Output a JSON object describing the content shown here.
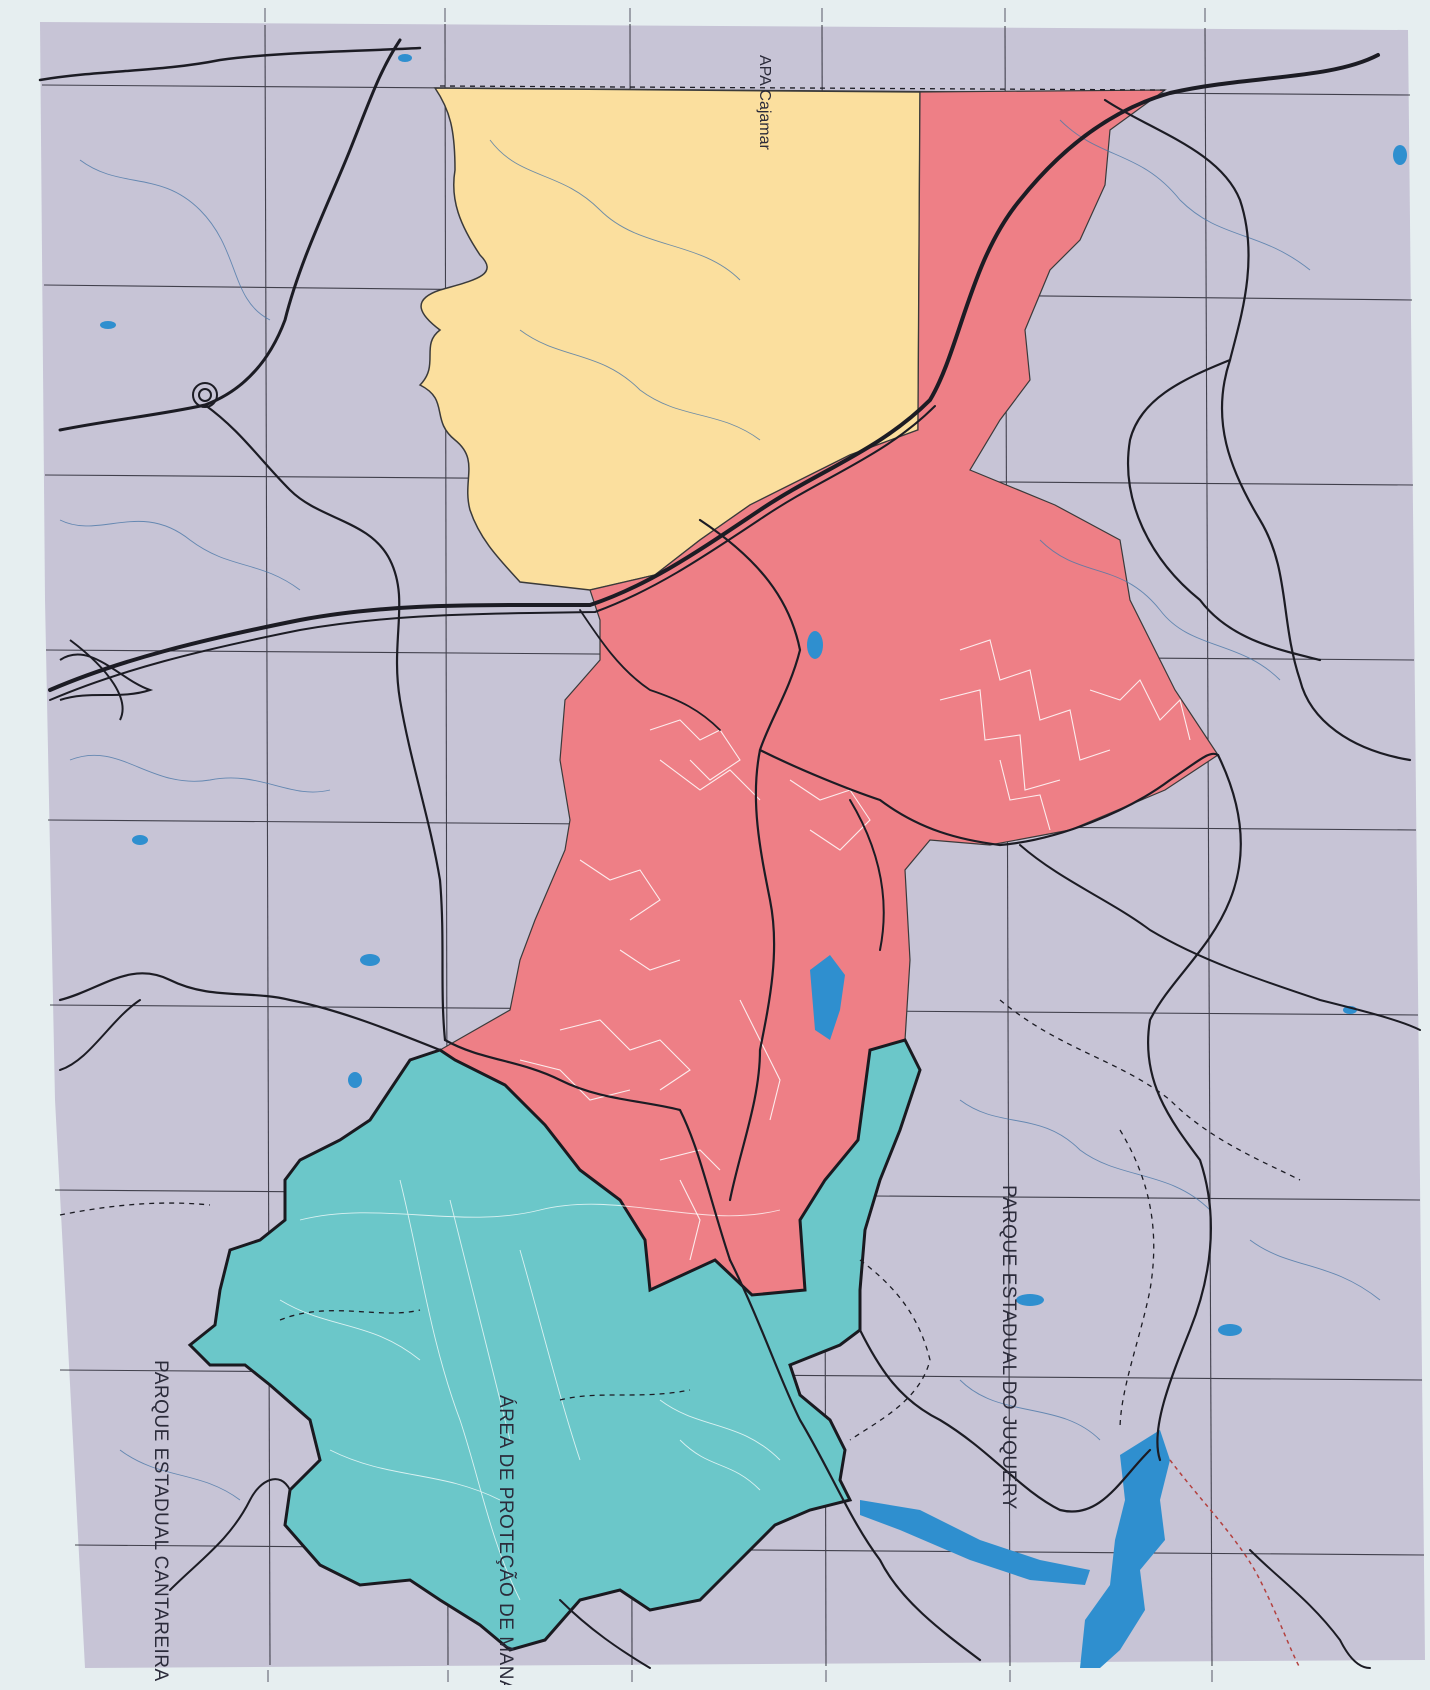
{
  "labels": {
    "apa_top": "APA Cajamar",
    "parque_juquery": "PARQUE ESTADUAL DO JUQUERY",
    "parque_cantareira": "PARQUE ESTADUAL CANTAREIRA",
    "area_protecao": "ÁREA DE PROTEÇÃO DE MANANCIAIS"
  },
  "colors": {
    "paper": "#e6eef0",
    "base_area": "#c7c4d6",
    "yellow_zone": "#fbdf9e",
    "red_zone": "#ee7f86",
    "cyan_zone": "#6bc7c9",
    "water": "#2f8fcf",
    "roads": "#1c1c24",
    "grid": "#2a2a35"
  },
  "icons": {
    "water_body": "water-body-icon",
    "highway_interchange": "interchange-icon"
  }
}
